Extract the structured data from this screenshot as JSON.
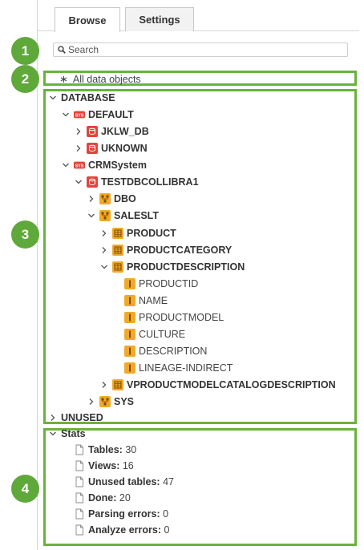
{
  "tabs": {
    "browse": "Browse",
    "settings": "Settings"
  },
  "search": {
    "placeholder": "Search"
  },
  "badges": [
    "1",
    "2",
    "3",
    "4"
  ],
  "all_data_objects": "All data objects",
  "tree": {
    "database": "DATABASE",
    "default": "DEFAULT",
    "jklw_db": "JKLW_DB",
    "uknown": "UKNOWN",
    "crmsystem": "CRMSystem",
    "testdbcollibra1": "TESTDBCOLLIBRA1",
    "dbo": "DBO",
    "saleslt": "SALESLT",
    "product": "PRODUCT",
    "productcategory": "PRODUCTCATEGORY",
    "productdescription": "PRODUCTDESCRIPTION",
    "columns": [
      "PRODUCTID",
      "NAME",
      "PRODUCTMODEL",
      "CULTURE",
      "DESCRIPTION",
      "LINEAGE-INDIRECT"
    ],
    "vproductmodel": "VPRODUCTMODELCATALOGDESCRIPTION",
    "sys": "SYS",
    "unused": "UNUSED"
  },
  "stats": {
    "header": "Stats",
    "items": [
      {
        "label": "Tables:",
        "value": "30"
      },
      {
        "label": "Views:",
        "value": "16"
      },
      {
        "label": "Unused tables:",
        "value": "47"
      },
      {
        "label": "Done:",
        "value": "20"
      },
      {
        "label": "Parsing errors:",
        "value": "0"
      },
      {
        "label": "Analyze errors:",
        "value": "0"
      }
    ]
  },
  "colors": {
    "green": "#6ab23f",
    "badge": "#5fa83a",
    "db_red": "#e2453c",
    "schema_orange": "#f0a92a"
  }
}
